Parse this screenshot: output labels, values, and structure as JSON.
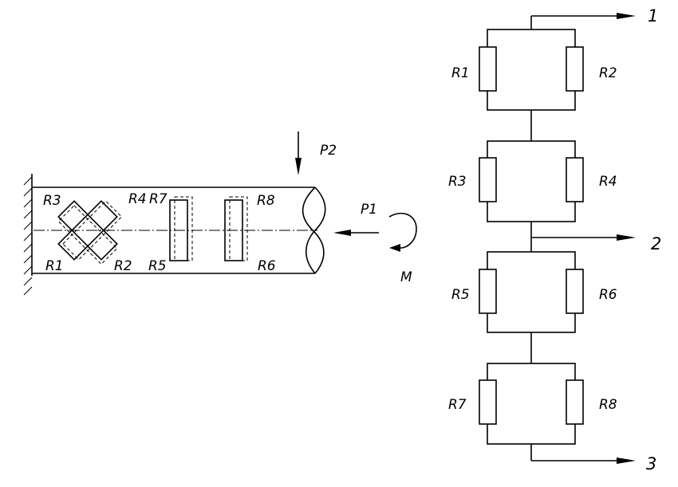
{
  "beam": {
    "labels": {
      "R3": "R3",
      "R4": "R4",
      "R7": "R7",
      "R8": "R8",
      "R1": "R1",
      "R2": "R2",
      "R5": "R5",
      "R6": "R6"
    },
    "force_p2": "P2",
    "force_p1": "P1",
    "moment": "M"
  },
  "circuit": {
    "resistors": [
      "R1",
      "R2",
      "R3",
      "R4",
      "R5",
      "R6",
      "R7",
      "R8"
    ],
    "terminals": [
      "1",
      "2",
      "3"
    ]
  }
}
